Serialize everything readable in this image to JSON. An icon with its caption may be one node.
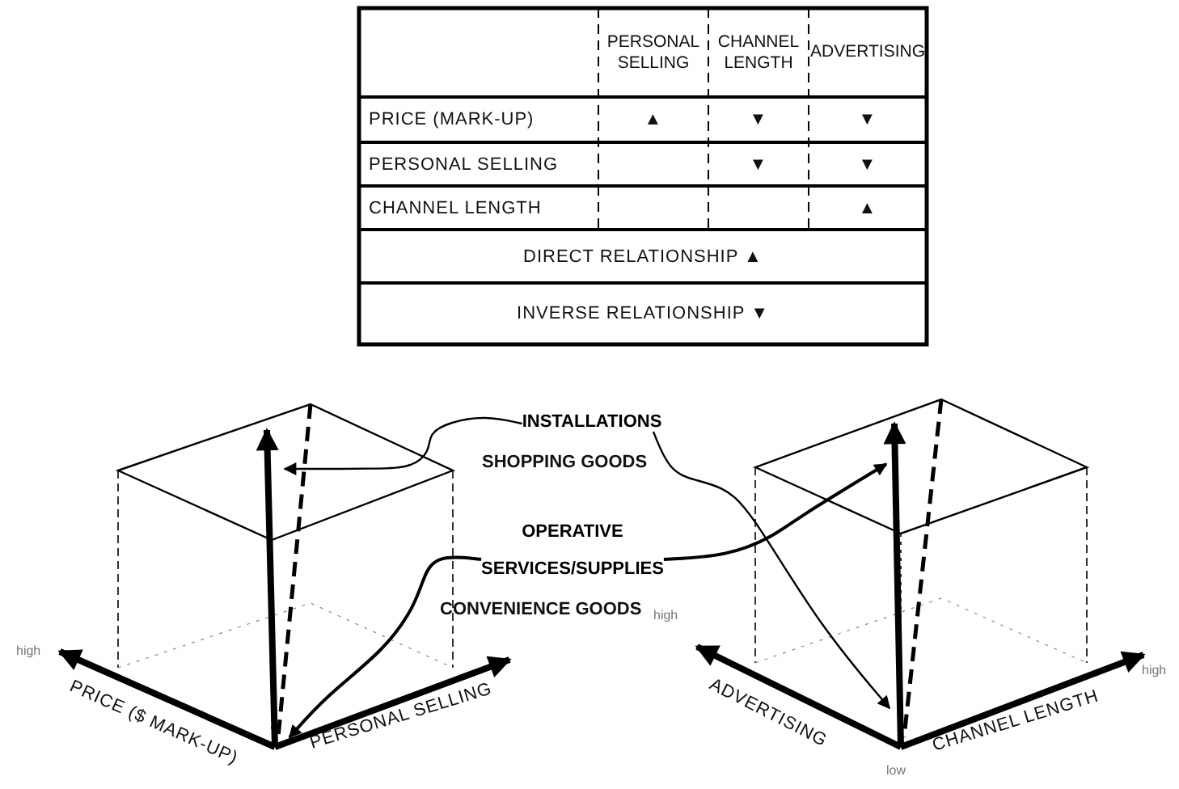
{
  "diagram": {
    "nodes": [
      {
        "text": [
          "INSTALLATIONS"
        ]
      },
      {
        "text": [
          "OPERATIVE SERVICES/SUPPLIES"
        ]
      },
      {
        "text": [],
        "shape": "cube"
      },
      {
        "text": [],
        "shape": "cube"
      }
    ],
    "edges": [
      {
        "from": 0,
        "to": 2,
        "arrow": "to"
      },
      {
        "from": 1,
        "to": 2,
        "arrow": "to"
      },
      {
        "from": 0,
        "to": 3,
        "arrow": "to"
      },
      {
        "from": 1,
        "to": 3,
        "arrow": "to"
      }
    ],
    "labels": [
      "PERSONAL SELLING",
      "CHANNEL LENGTH",
      "ADVERTISING",
      "PRICE (MARK-UP)",
      "▲",
      "▼",
      "▼",
      "PERSONAL SELLING",
      "▼",
      "▼",
      "CHANNEL LENGTH",
      "▲",
      "DIRECT RELATIONSHIP ▲",
      "INVERSE RELATIONSHIP ▼",
      "SHOPPING GOODS",
      "CONVENIENCE GOODS",
      "PRICE ($ MARK-UP)",
      "PERSONAL SELLING",
      "ADVERTISING",
      "CHANNEL LENGTH",
      "high",
      "high",
      "high",
      "low"
    ]
  }
}
